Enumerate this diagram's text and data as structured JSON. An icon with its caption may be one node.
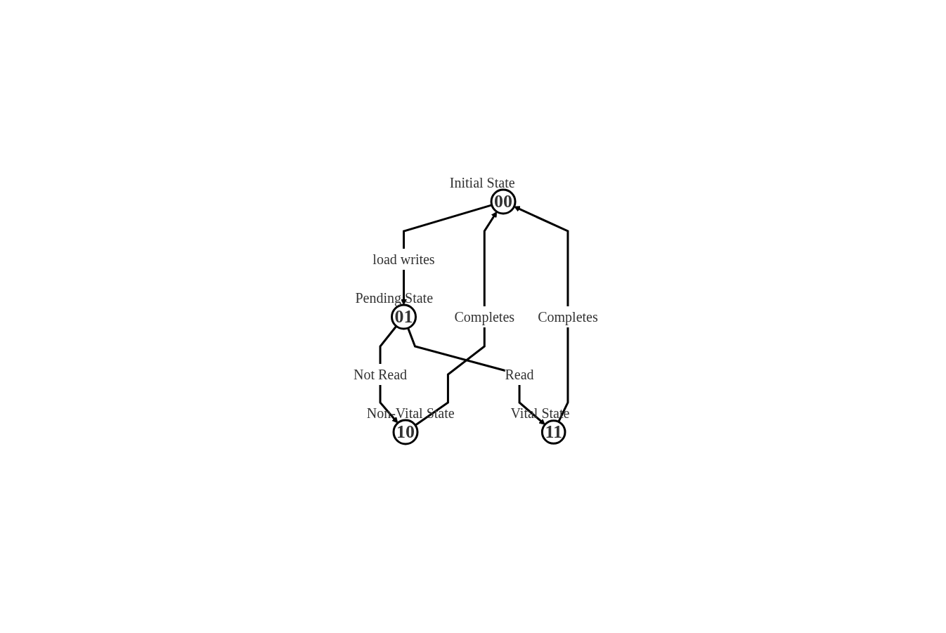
{
  "diagram": {
    "nodes": [
      {
        "text": [
          "00"
        ],
        "beside": [
          "Initial State"
        ]
      },
      {
        "text": [
          "01"
        ],
        "beside": [
          "Pending State"
        ]
      },
      {
        "text": [
          "11"
        ],
        "beside": [
          "Vital State"
        ]
      },
      {
        "text": [
          "10"
        ],
        "beside": [
          "Non-Vital State"
        ]
      }
    ],
    "edges": [
      {
        "from": 0,
        "to": 1,
        "arrow": "to",
        "label": "load writes"
      },
      {
        "from": 1,
        "to": 2,
        "arrow": "to",
        "label": "Read"
      },
      {
        "from": 1,
        "to": 3,
        "arrow": "to",
        "label": "Not Read"
      },
      {
        "from": 3,
        "to": 0,
        "arrow": "to",
        "label": "Completes"
      },
      {
        "from": 2,
        "to": 0,
        "arrow": "to",
        "label": "Completes"
      }
    ]
  }
}
